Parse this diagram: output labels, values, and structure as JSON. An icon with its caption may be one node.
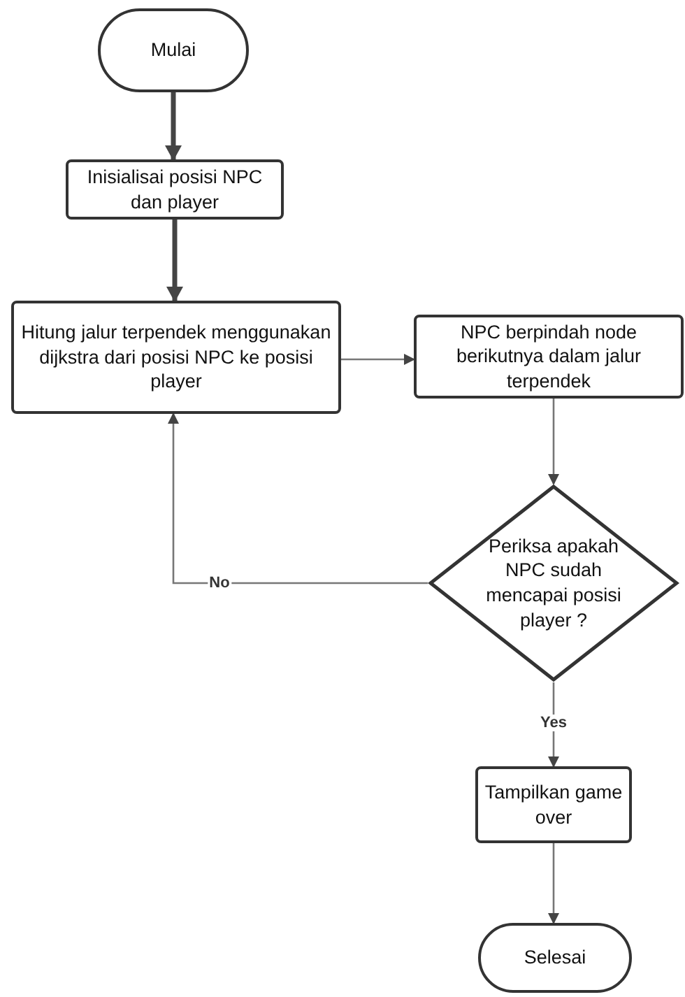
{
  "diagram": {
    "nodes": [
      {
        "text": [
          "Mulai"
        ]
      },
      {
        "text": [
          "Inisialisai posisi NPC dan player"
        ]
      },
      {
        "text": [
          "Hitung jalur terpendek menggunakan dijkstra dari posisi NPC ke posisi player"
        ]
      },
      {
        "text": [
          "NPC berpindah node berikutnya dalam jalur terpendek"
        ]
      },
      {
        "text": [
          "Periksa apakah NPC sudah mencapai posisi player ?"
        ]
      },
      {
        "text": [
          "Tampilkan game over"
        ]
      },
      {
        "text": [
          "Selesai"
        ]
      }
    ],
    "edges": [
      {
        "from": 0,
        "to": 1,
        "arrow": "to",
        "style": "thick"
      },
      {
        "from": 1,
        "to": 2,
        "arrow": "to",
        "style": "thick"
      },
      {
        "from": 2,
        "to": 3,
        "arrow": "to"
      },
      {
        "from": 3,
        "to": 4,
        "arrow": "to"
      },
      {
        "from": 4,
        "to": 2,
        "arrow": "to",
        "label": "No"
      },
      {
        "from": 4,
        "to": 5,
        "arrow": "to",
        "label": "Yes"
      },
      {
        "from": 5,
        "to": 6,
        "arrow": "to"
      }
    ]
  }
}
